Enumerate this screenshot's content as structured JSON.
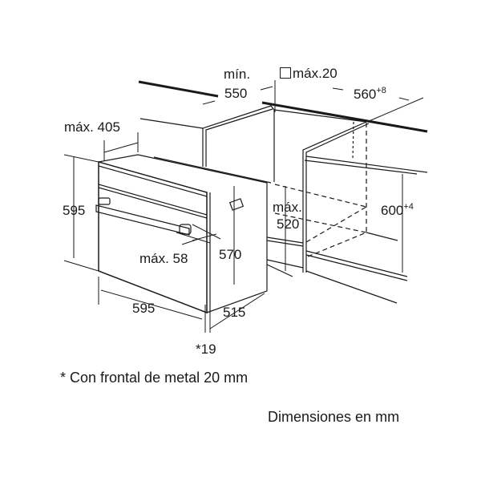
{
  "labels": {
    "min_label": "mín.",
    "min_value": "550",
    "max20": "máx.20",
    "w560": "560",
    "w560_tol": "+8",
    "max405": "máx. 405",
    "h595": "595",
    "h600": "600",
    "h600_tol": "+4",
    "max520_label": "máx.",
    "max520_value": "520",
    "h570": "570",
    "max58": "máx. 58",
    "w595": "595",
    "d515": "515",
    "star19": "*19"
  },
  "notes": {
    "footnote": "* Con frontal de metal 20 mm",
    "units": "Dimensiones en mm"
  }
}
